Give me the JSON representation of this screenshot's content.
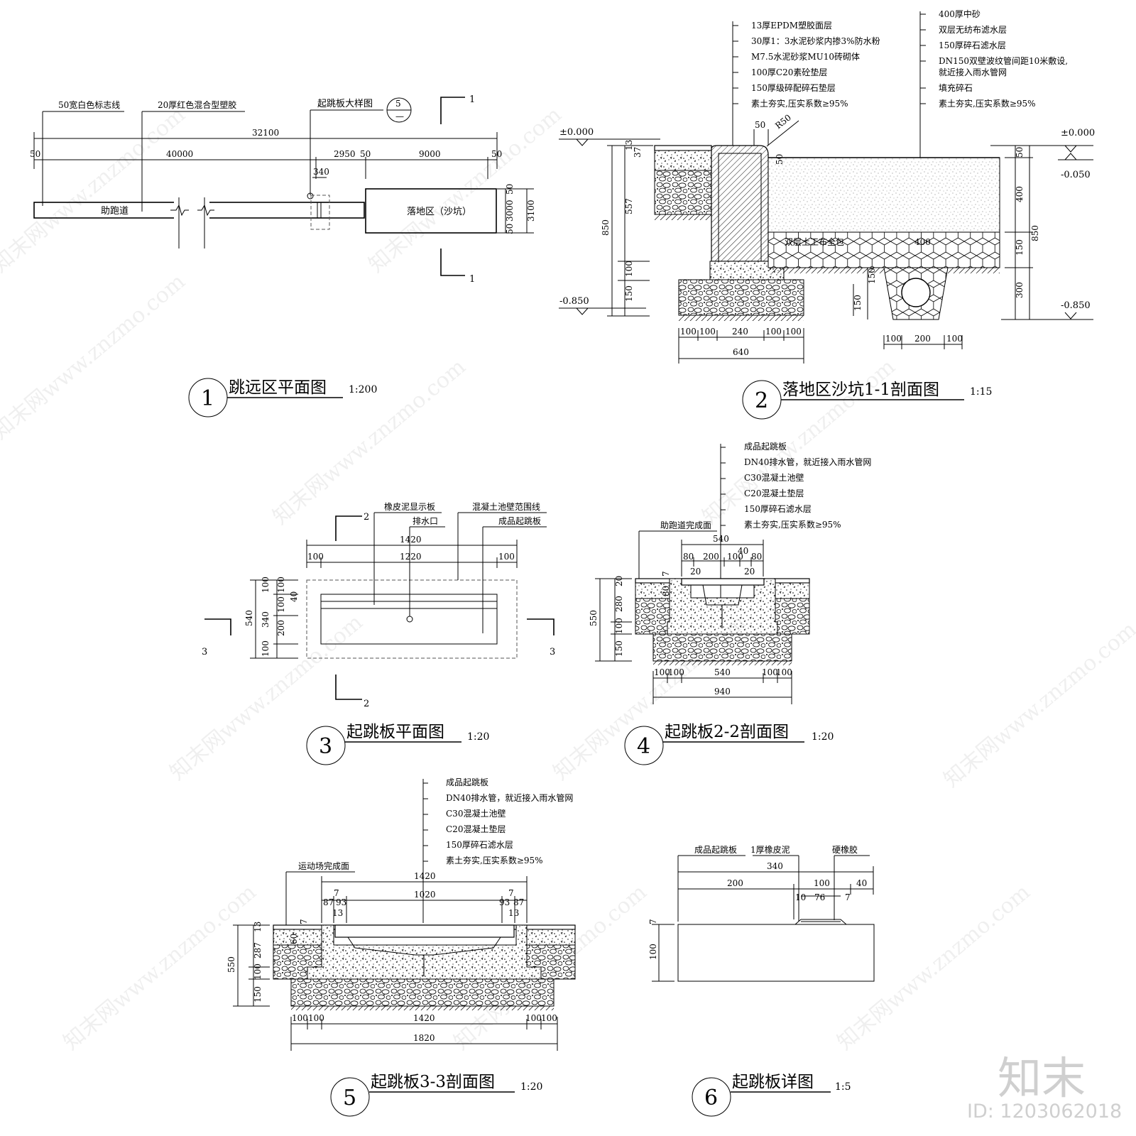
{
  "watermark": {
    "text": "知末网www.znzmo.com",
    "brand": "知末",
    "id_label": "ID: 1203062018"
  },
  "views": [
    {
      "num": "1",
      "title": "跳远区平面图",
      "scale": "1:200"
    },
    {
      "num": "2",
      "title": "落地区沙坑1-1剖面图",
      "scale": "1:15"
    },
    {
      "num": "3",
      "title": "起跳板平面图",
      "scale": "1:20"
    },
    {
      "num": "4",
      "title": "起跳板2-2剖面图",
      "scale": "1:20"
    },
    {
      "num": "5",
      "title": "起跳板3-3剖面图",
      "scale": "1:20"
    },
    {
      "num": "6",
      "title": "起跳板详图",
      "scale": "1:5"
    }
  ],
  "plan1": {
    "note_line": "50宽白色标志线",
    "note_rubber": "20厚红色混合型塑胶",
    "note_detail": "起跳板大样图",
    "detail_ref": "5",
    "section_mark": "1",
    "runway": "助跑道",
    "pit": "落地区（沙坑）",
    "dims": [
      "32100",
      "50",
      "40000",
      "2950",
      "50",
      "9000",
      "50",
      "340",
      "50",
      "3000",
      "50",
      "3100"
    ]
  },
  "sec2": {
    "notes_left": [
      "13厚EPDM塑胶面层",
      "30厚1：3水泥砂浆内掺3%防水粉",
      "M7.5水泥砂浆MU10砖砌体",
      "100厚C20素砼垫层",
      "150厚级碎配碎石垫层",
      "素土夯实,压实系数≥95%"
    ],
    "notes_right": [
      "400厚中砂",
      "双层无纺布滤水层",
      "150厚碎石滤水层",
      "DN150双壁波纹管间距10米敷设,",
      "就近接入雨水管网",
      "填充碎石",
      "素土夯实,压实系数≥95%"
    ],
    "levels": [
      "±0.000",
      "-0.850",
      "±0.000",
      "-0.050",
      "-0.850"
    ],
    "dims_left": [
      "850",
      "13",
      "37",
      "557",
      "100",
      "150"
    ],
    "dims_right": [
      "50",
      "400",
      "850",
      "150",
      "300",
      "150",
      "150"
    ],
    "dims_bottom": [
      "100",
      "100",
      "240",
      "100",
      "100",
      "640",
      "100",
      "200",
      "100"
    ],
    "dims_top": [
      "50",
      "R50",
      "50"
    ],
    "inner": [
      "双层土工布全包",
      "400"
    ]
  },
  "plan3": {
    "notes": [
      "橡皮泥显示板",
      "排水口",
      "混凝土池壁范围线",
      "成品起跳板"
    ],
    "dims_top": [
      "1420",
      "100",
      "1220",
      "100"
    ],
    "dims_left": [
      "540",
      "100",
      "340",
      "200",
      "100",
      "100",
      "40",
      "100"
    ],
    "marks": [
      "2",
      "2",
      "3",
      "3"
    ]
  },
  "sec4": {
    "notes": [
      "成品起跳板",
      "DN40排水管，就近接入雨水管网",
      "C30混凝土池壁",
      "C20混凝土垫层",
      "150厚碎石滤水层",
      "素土夯实,压实系数≥95%"
    ],
    "label": "助跑道完成面",
    "dims_top": [
      "540",
      "40",
      "80",
      "200",
      "100",
      "80",
      "20",
      "20"
    ],
    "dims_left": [
      "550",
      "20",
      "280",
      "100",
      "150",
      "7",
      "80"
    ],
    "dims_bottom": [
      "100",
      "100",
      "540",
      "100",
      "100",
      "940"
    ]
  },
  "sec5": {
    "notes": [
      "成品起跳板",
      "DN40排水管，就近接入雨水管网",
      "C30混凝土池壁",
      "C20混凝土垫层",
      "150厚碎石滤水层",
      "素土夯实,压实系数≥95%"
    ],
    "label": "运动场完成面",
    "dims_top": [
      "1420",
      "87",
      "93",
      "1020",
      "93",
      "87",
      "7",
      "7",
      "13",
      "13"
    ],
    "dims_left": [
      "550",
      "13",
      "287",
      "100",
      "150",
      "60",
      "7"
    ],
    "dims_bottom": [
      "100",
      "100",
      "1420",
      "100",
      "100",
      "1820"
    ]
  },
  "det6": {
    "notes": [
      "成品起跳板",
      "1厚橡皮泥",
      "硬橡胶"
    ],
    "dims_top": [
      "340",
      "200",
      "100",
      "40",
      "10",
      "76",
      "7"
    ],
    "dims_left": [
      "100",
      "7"
    ]
  }
}
